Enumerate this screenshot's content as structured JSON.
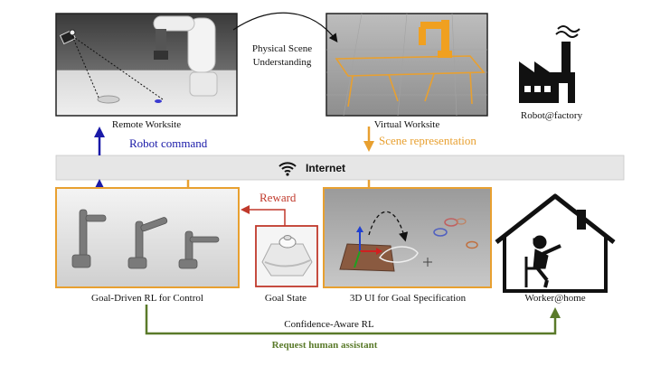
{
  "remote_worksite": {
    "label": "Remote Worksite"
  },
  "virtual_worksite": {
    "label": "Virtual Worksite"
  },
  "physical_scene": {
    "line1": "Physical Scene",
    "line2": "Understanding"
  },
  "robot_factory": {
    "label": "Robot@factory"
  },
  "robot_command": {
    "label": "Robot command"
  },
  "scene_representation": {
    "label": "Scene representation"
  },
  "internet": {
    "label": "Internet"
  },
  "reward": {
    "label": "Reward"
  },
  "goal_driven_rl": {
    "label": "Goal-Driven RL for Control"
  },
  "goal_state": {
    "label": "Goal State"
  },
  "ui_3d": {
    "label": "3D UI for Goal Specification"
  },
  "worker_home": {
    "label": "Worker@home"
  },
  "confidence_rl": {
    "label": "Confidence-Aware RL"
  },
  "request_help": {
    "label": "Request human assistant"
  },
  "colors": {
    "blue": "#1a1aa8",
    "orange": "#e8a030",
    "red": "#c0392b",
    "green": "#5a7a2a",
    "internet_band": "#e6e6e6"
  }
}
